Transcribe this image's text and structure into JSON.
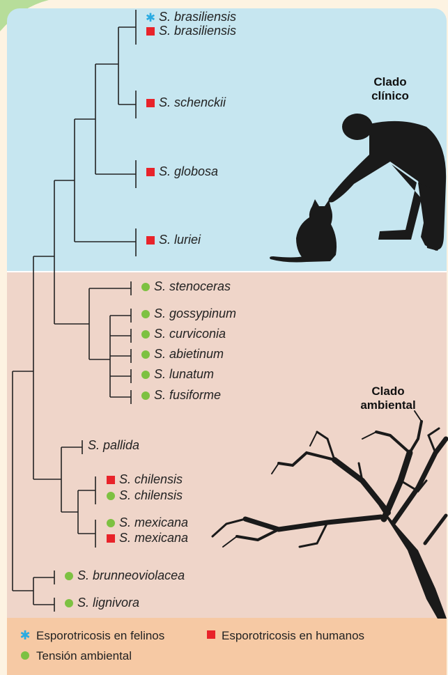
{
  "colors": {
    "clinical_bg": "#c6e6f0",
    "environmental_bg": "#efd5c9",
    "legend_bg": "#f6c9a4",
    "feline_marker": "#29abe2",
    "human_marker": "#e8232a",
    "environmental_marker": "#7dc142"
  },
  "clades": {
    "clinical": {
      "line1": "Clado",
      "line2": "clínico"
    },
    "environmental": {
      "line1": "Clado",
      "line2": "ambiental"
    }
  },
  "species": [
    {
      "name": "S. brasiliensis",
      "marker": "star"
    },
    {
      "name": "S. brasiliensis",
      "marker": "square"
    },
    {
      "name": "S. schenckii",
      "marker": "square"
    },
    {
      "name": "S. globosa",
      "marker": "square"
    },
    {
      "name": "S. luriei",
      "marker": "square"
    },
    {
      "name": "S. stenoceras",
      "marker": "circle"
    },
    {
      "name": "S. gossypinum",
      "marker": "circle"
    },
    {
      "name": "S. curviconia",
      "marker": "circle"
    },
    {
      "name": "S. abietinum",
      "marker": "circle"
    },
    {
      "name": "S. lunatum",
      "marker": "circle"
    },
    {
      "name": "S. fusiforme",
      "marker": "circle"
    },
    {
      "name": "S. pallida",
      "marker": "none"
    },
    {
      "name": "S. chilensis",
      "marker": "square"
    },
    {
      "name": "S. chilensis",
      "marker": "circle"
    },
    {
      "name": "S. mexicana",
      "marker": "circle"
    },
    {
      "name": "S. mexicana",
      "marker": "square"
    },
    {
      "name": "S. brunneoviolacea",
      "marker": "circle"
    },
    {
      "name": "S. lignivora",
      "marker": "circle"
    }
  ],
  "legend": {
    "feline": "Esporotricosis en felinos",
    "human": "Esporotricosis en humanos",
    "environmental": "Tensión ambiental"
  },
  "icons": [
    "person-icon",
    "cat-icon",
    "tree-icon"
  ]
}
